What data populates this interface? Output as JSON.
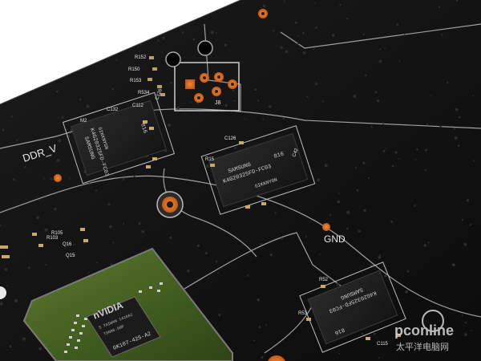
{
  "board": {
    "silkscreen": {
      "ddr_label": "DDR_V",
      "gnd_label": "GND",
      "j8": "J8",
      "c126": "C126",
      "r152": "R152",
      "r150": "R150",
      "r153": "R153",
      "r534": "R534",
      "c112": "C112",
      "c113": "C113",
      "c117": "C117",
      "c126b": "C126",
      "c132": "C132",
      "m2": "M2",
      "r15b": "R15",
      "r103": "R103",
      "r105": "R105",
      "q16": "Q16",
      "q15": "Q15",
      "r52": "R52",
      "r53": "R53",
      "c115": "C115",
      "c42": "C42"
    },
    "memory_chip_1": {
      "brand": "SAMSUNG",
      "part": "K4G20325FD-FC03",
      "lot": "816",
      "code": "GIKKNYGN"
    },
    "memory_chip_2": {
      "brand": "SAMSUNG",
      "part": "K4G20325FD-FC03",
      "lot": "816",
      "code": "GIKKNYGN"
    },
    "memory_chip_3": {
      "brand": "SAMSUNG",
      "part": "K4G20325FD-FC03",
      "lot": "816"
    },
    "gpu": {
      "brand": "nVIDIA",
      "line1": "S TAIWAN 1418A2",
      "line2": "T9N06.00P",
      "model": "GK107-425-A2"
    }
  },
  "watermark": {
    "site": "pconline",
    "cn": "太平洋电脑网"
  }
}
